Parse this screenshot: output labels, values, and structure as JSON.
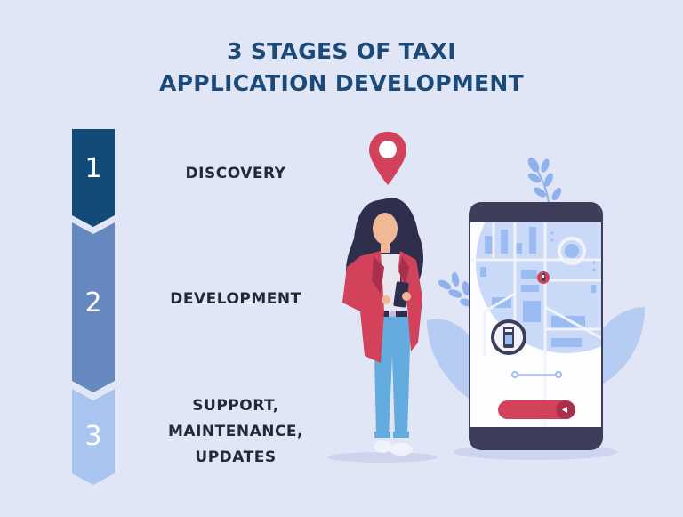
{
  "title": {
    "line1": "3 STAGES OF TAXI",
    "line2": "APPLICATION DEVELOPMENT"
  },
  "stages": [
    {
      "number": "1",
      "label_lines": [
        "DISCOVERY"
      ],
      "color": "#134b78"
    },
    {
      "number": "2",
      "label_lines": [
        "DEVELOPMENT"
      ],
      "color": "#6588bf"
    },
    {
      "number": "3",
      "label_lines": [
        "SUPPORT,",
        "MAINTENANCE,",
        "UPDATES"
      ],
      "color": "#a9c5ef"
    }
  ],
  "illustration": {
    "figure": "woman-holding-phone",
    "location_pin_color": "#d2425a",
    "phone_frame_color": "#3e3d5a",
    "map_color": "#c9d9f7",
    "cta_button_color": "#d2425a",
    "icons": [
      "location-pin-icon",
      "taxi-marker-icon",
      "car-top-view-icon",
      "play-arrow-icon",
      "leaf-icon"
    ]
  },
  "colors": {
    "background": "#e1e6f7",
    "title": "#1b4a78",
    "label_text": "#222a33"
  }
}
